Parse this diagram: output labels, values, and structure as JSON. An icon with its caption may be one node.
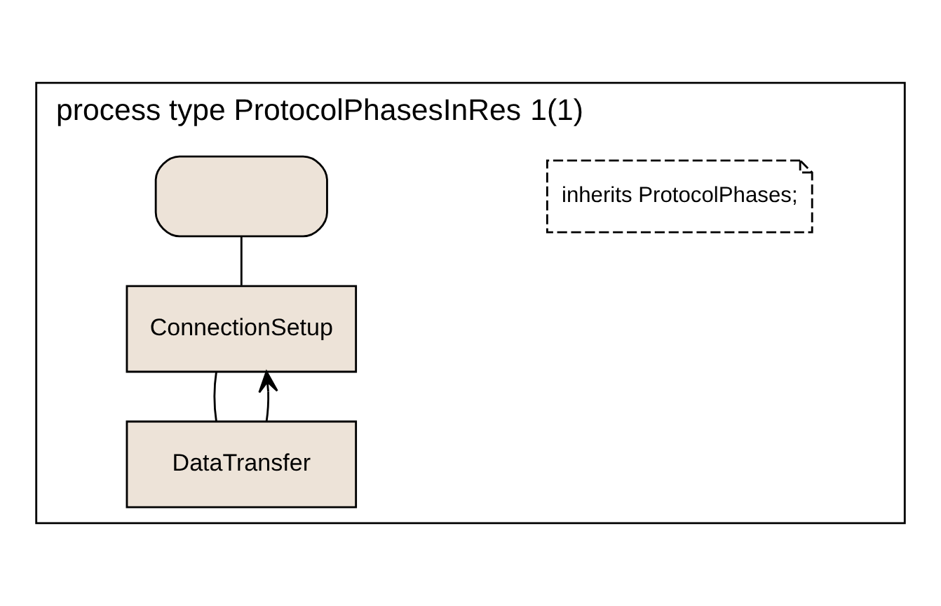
{
  "diagram": {
    "nodes": [
      {
        "text": [
          "process type ProtocolPhasesInRes",
          "1(1)"
        ]
      },
      {
        "text": [
          "inherits ProtocolPhases;"
        ],
        "in": 0
      },
      {
        "text": [],
        "shape": "oval",
        "in": 0
      },
      {
        "text": [
          "ConnectionSetup"
        ],
        "in": 0
      },
      {
        "text": [
          "DataTransfer"
        ],
        "in": 0
      }
    ],
    "edges": [
      {
        "from": 2,
        "to": 3,
        "arrow": "none"
      },
      {
        "from": 3,
        "to": 4,
        "arrow": "none"
      },
      {
        "from": 4,
        "to": 3,
        "arrow": "to"
      }
    ]
  }
}
